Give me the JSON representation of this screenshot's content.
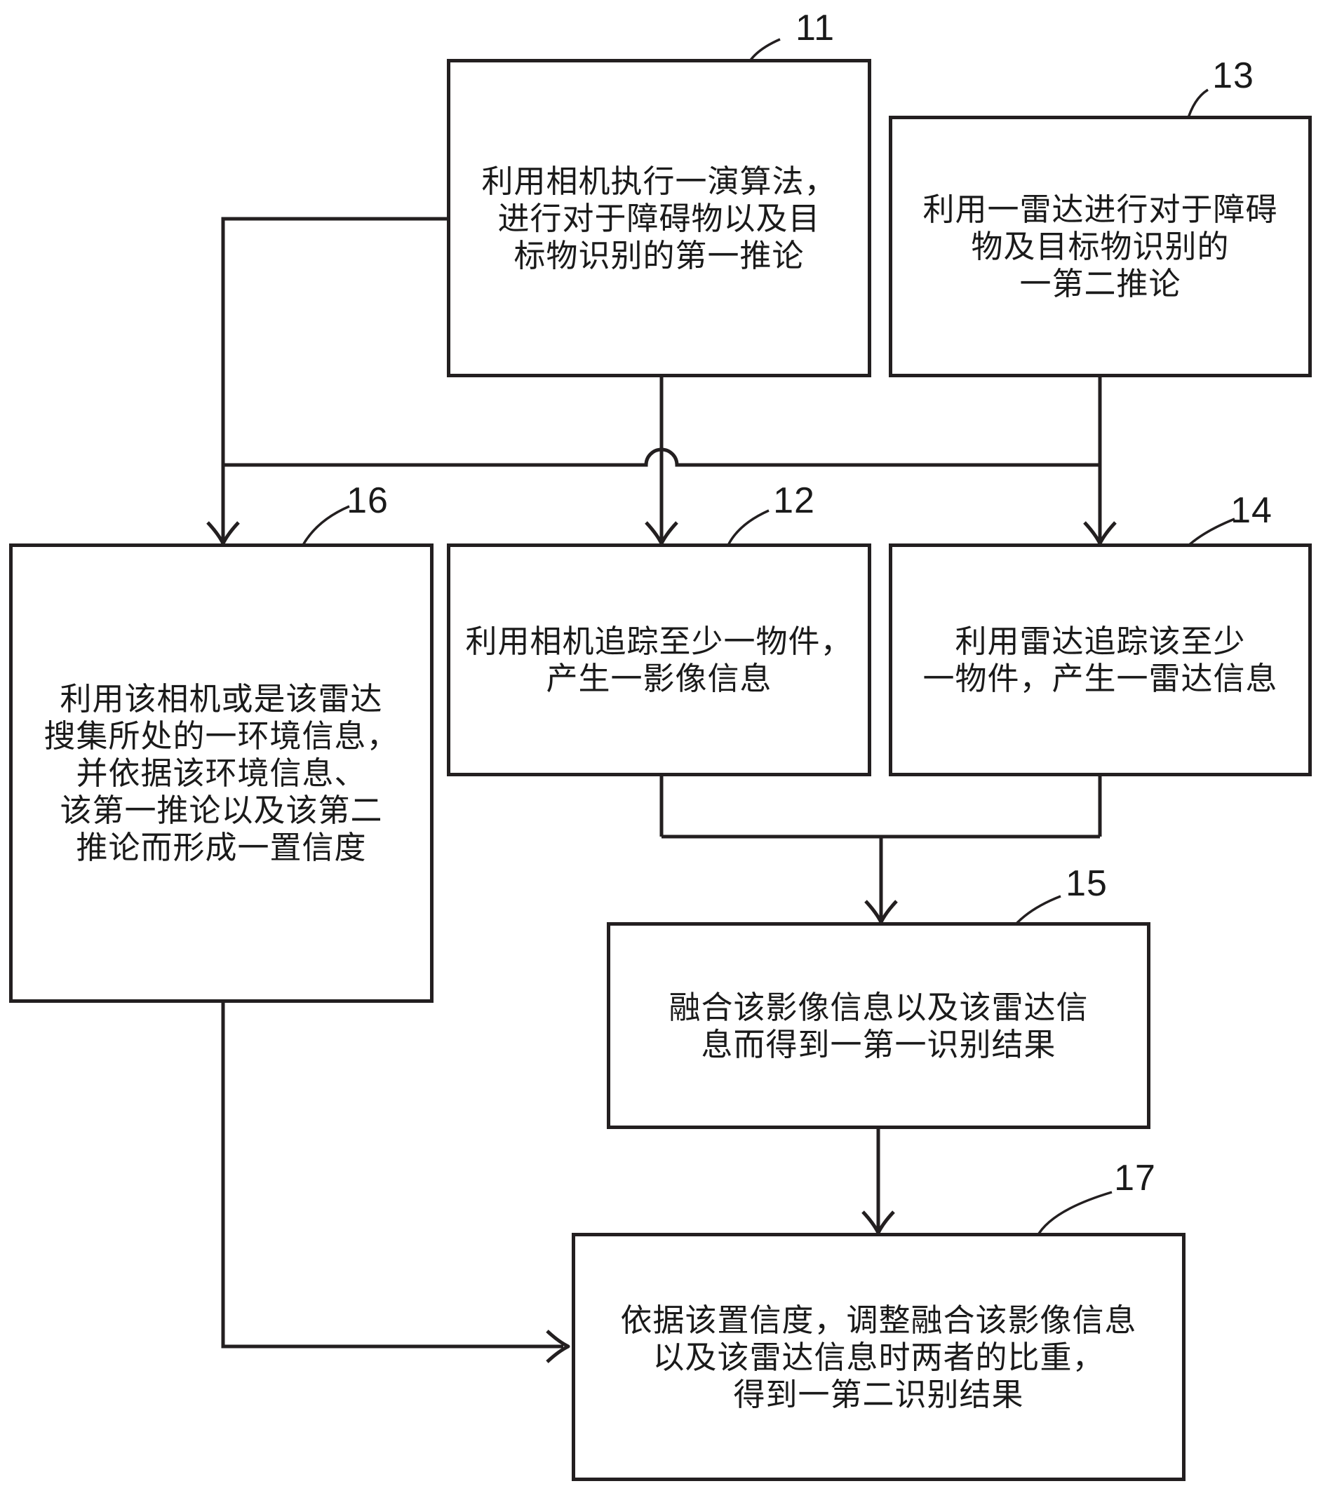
{
  "diagram": {
    "type": "flowchart",
    "colors": {
      "background": "#ffffff",
      "line": "#231f20",
      "text": "#1a1a1a"
    },
    "boxes": [
      {
        "id": "11",
        "label": "11",
        "text": "利用相机执行一演算法，\n进行对于障碍物以及目\n标物识别的第一推论"
      },
      {
        "id": "13",
        "label": "13",
        "text": "利用一雷达进行对于障碍\n物及目标物识别的\n一第二推论"
      },
      {
        "id": "12",
        "label": "12",
        "text": "利用相机追踪至少一物件，\n产生一影像信息"
      },
      {
        "id": "14",
        "label": "14",
        "text": "利用雷达追踪该至少\n一物件，产生一雷达信息"
      },
      {
        "id": "16",
        "label": "16",
        "text": "利用该相机或是该雷达\n搜集所处的一环境信息，\n并依据该环境信息、\n该第一推论以及该第二\n推论而形成一置信度"
      },
      {
        "id": "15",
        "label": "15",
        "text": "融合该影像信息以及该雷达信\n息而得到一第一识别结果"
      },
      {
        "id": "17",
        "label": "17",
        "text": "依据该置信度，调整融合该影像信息\n以及该雷达信息时两者的比重，\n得到一第二识别结果"
      }
    ]
  }
}
